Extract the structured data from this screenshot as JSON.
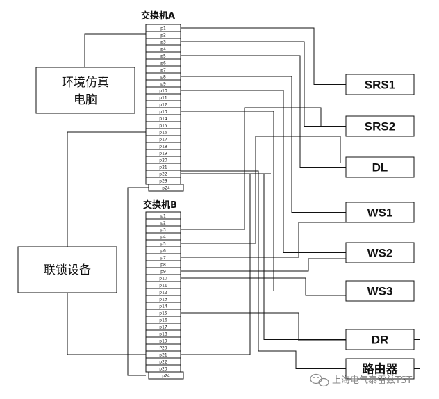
{
  "switch_a": {
    "title": "交换机A",
    "ports": [
      "p1",
      "p2",
      "p3",
      "p4",
      "p5",
      "p6",
      "p7",
      "p8",
      "p9",
      "p10",
      "p11",
      "p12",
      "p13",
      "p14",
      "p15",
      "p16",
      "p17",
      "p18",
      "p19",
      "p20",
      "p21",
      "p22",
      "p23",
      "p24"
    ]
  },
  "switch_b": {
    "title": "交换机B",
    "ports": [
      "p1",
      "p2",
      "p3",
      "p4",
      "p5",
      "p6",
      "p7",
      "p8",
      "p9",
      "p10",
      "p11",
      "p12",
      "p13",
      "p14",
      "p15",
      "p16",
      "p17",
      "p18",
      "p19",
      "P20",
      "p21",
      "p22",
      "p23",
      "p24"
    ]
  },
  "env_pc": {
    "line1": "环境仿真",
    "line2": "电脑"
  },
  "interlock": {
    "label": "联锁设备"
  },
  "devices": [
    {
      "id": "srs1",
      "label": "SRS1"
    },
    {
      "id": "srs2",
      "label": "SRS2"
    },
    {
      "id": "dl",
      "label": "DL"
    },
    {
      "id": "ws1",
      "label": "WS1"
    },
    {
      "id": "ws2",
      "label": "WS2"
    },
    {
      "id": "ws3",
      "label": "WS3"
    },
    {
      "id": "dr",
      "label": "DR"
    },
    {
      "id": "router",
      "label": "路由器"
    }
  ],
  "watermark": {
    "text": "上海电气泰雷兹TST",
    "icon": "wechat-icon"
  },
  "colors": {
    "line": "#111111",
    "background": "#ffffff",
    "watermark": "#888888"
  }
}
